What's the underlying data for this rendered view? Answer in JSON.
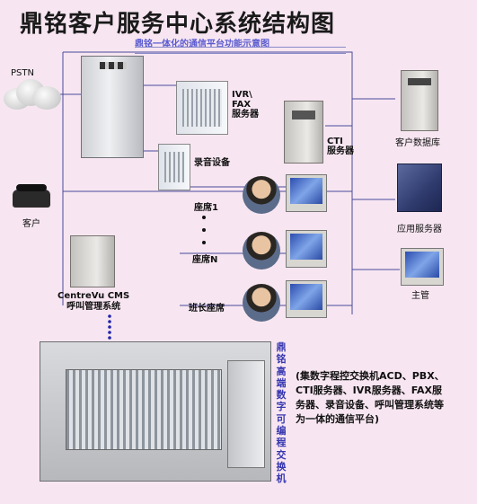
{
  "title": "鼎铭客户服务中心系统结构图",
  "subtitle": "鼎铭一体化的通信平台功能示意图",
  "nodes": {
    "pstn": "PSTN",
    "customer": "客户",
    "ivr_fax": "IVR\\\nFAX\n服务器",
    "recorder": "录音设备",
    "cti": "CTI\n服务器",
    "customer_db": "客户数据库",
    "app_server": "应用服务器",
    "supervisor": "主管",
    "seat_1": "座席1",
    "seat_n": "座席N",
    "team_lead_seat": "班长座席",
    "cms": "CentreVu CMS\n呼叫管理系统"
  },
  "switch_label_vertical": "鼎铭高端数字可编程交换机",
  "switch_description": "(集数字程控交换机ACD、PBX、CTI服务器、IVR服务器、FAX服务器、录音设备、呼叫管理系统等为一体的通信平台)",
  "colors": {
    "background": "#f7e6f1",
    "accent_text": "#3636b0",
    "wire": "#4a4a9a"
  }
}
